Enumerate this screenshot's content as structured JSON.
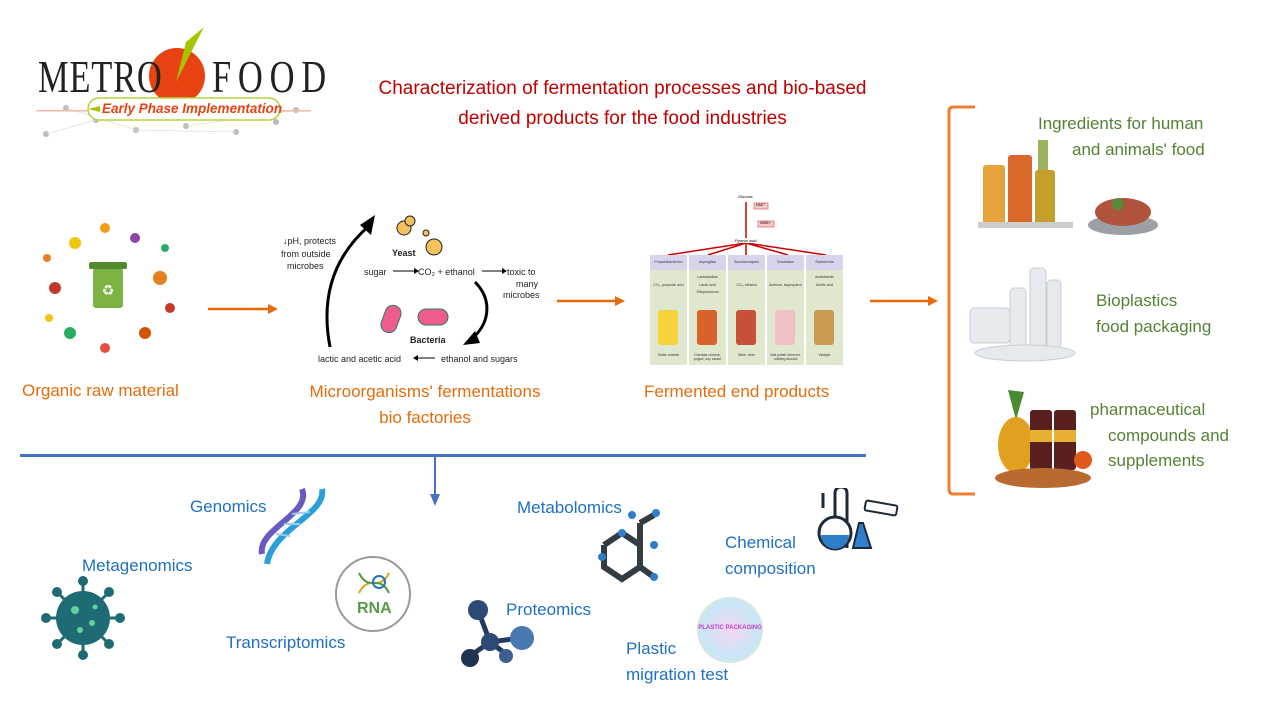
{
  "logo": {
    "brand_left": "METRO",
    "brand_right": "FOOD",
    "tagline": "Early Phase Implementation",
    "colors": {
      "apple": "#e84212",
      "leaf": "#a8c300",
      "tagline": "#e84212"
    }
  },
  "title": {
    "line1": "Characterization of fermentation processes and bio-based",
    "line2": "derived products for the food industries",
    "color": "#c00000"
  },
  "steps": [
    {
      "label": "Organic raw material"
    },
    {
      "label_line1": "Microorganisms' fermentations",
      "label_line2": "bio factories"
    },
    {
      "label": "Fermented end products"
    }
  ],
  "cycle": {
    "ph_line1": "pH, protects",
    "ph_line2": "from outside",
    "ph_line3": "microbes",
    "yeast": "Yeast",
    "sugar": "sugar",
    "co2": "CO₂ + ethanol",
    "toxic_line1": "toxic to",
    "toxic_line2": "many",
    "toxic_line3": "microbes",
    "bacteria": "Bacteria",
    "acid": "lactic and acetic acid",
    "ethanol_sugars": "ethanol and sugars"
  },
  "pathway": {
    "glucose": "Glucose",
    "nad": "NAD⁺",
    "nadh": "NADH",
    "pyruvic": "Pyruvic acid",
    "columns": [
      {
        "organism": "Propionibacterium",
        "product": "CO₂, propionic acid",
        "food": "Swiss cheese"
      },
      {
        "organism": "Aspergillus Lactobacillus Streptococcus",
        "product": "Lactic acid",
        "food": "Cheddar cheese, yogurt, soy sauce"
      },
      {
        "organism": "Saccharomyces",
        "product": "CO₂, ethanol",
        "food": "Wine, beer"
      },
      {
        "organism": "Clostridium",
        "product": "Acetone, isopropanol",
        "food": "Nail polish remover, rubbing alcohol"
      },
      {
        "organism": "Escherichia Acetobacter",
        "product": "Acetic acid",
        "food": "Vinegar"
      }
    ]
  },
  "outputs": [
    {
      "line1": "Ingredients for human",
      "line2": "and animals' food"
    },
    {
      "line1": "Bioplastics",
      "line2": "food packaging"
    },
    {
      "line1": "pharmaceutical",
      "line2": "compounds and",
      "line3": "supplements"
    }
  ],
  "analyses": {
    "genomics": "Genomics",
    "metagenomics": "Metagenomics",
    "transcriptomics": "Transcriptomics",
    "rna": "RNA",
    "metabolomics": "Metabolomics",
    "proteomics": "Proteomics",
    "chemical_line1": "Chemical",
    "chemical_line2": "composition",
    "plastic_line1": "Plastic",
    "plastic_line2": "migration test",
    "plastic_packaging": "PLASTIC PACKAGING"
  },
  "colors": {
    "orange": "#e46c0a",
    "green": "#548235",
    "blue_text": "#1f70c1",
    "blue_line": "#4472c4"
  }
}
